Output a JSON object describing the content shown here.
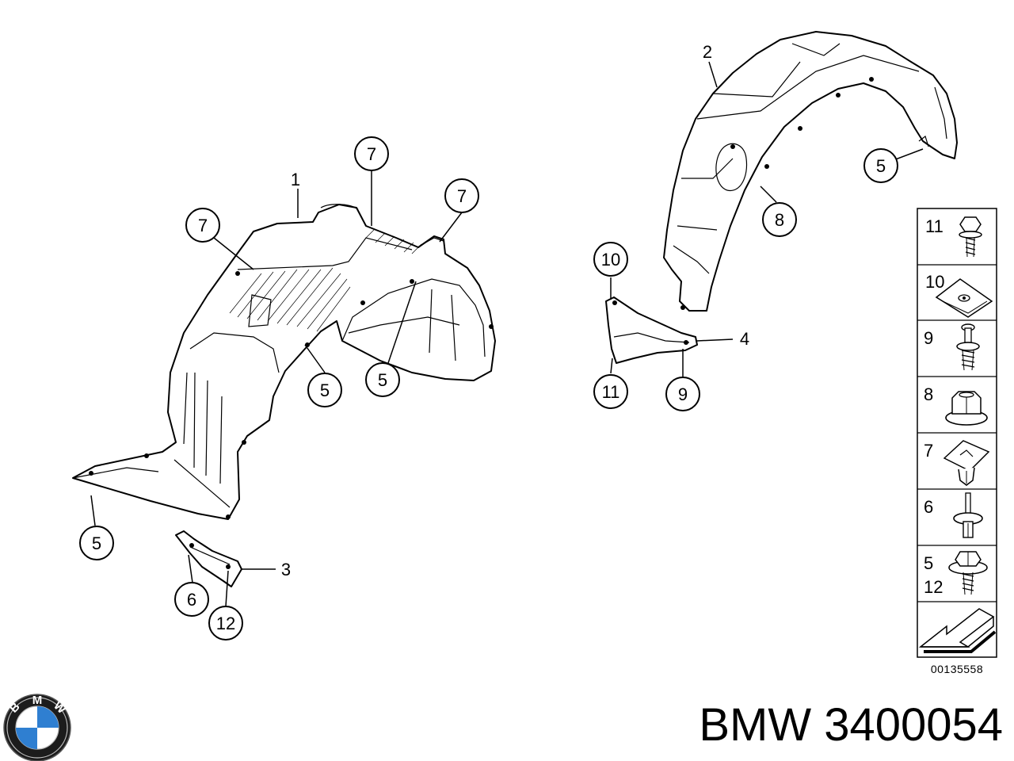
{
  "callouts": [
    {
      "label": "1"
    },
    {
      "label": "7"
    },
    {
      "label": "7"
    },
    {
      "label": "7"
    },
    {
      "label": "5"
    },
    {
      "label": "5"
    },
    {
      "label": "5"
    },
    {
      "label": "3"
    },
    {
      "label": "6"
    },
    {
      "label": "12"
    },
    {
      "label": "2"
    },
    {
      "label": "5"
    },
    {
      "label": "8"
    },
    {
      "label": "10"
    },
    {
      "label": "4"
    },
    {
      "label": "11"
    },
    {
      "label": "9"
    }
  ],
  "legend": {
    "rows": [
      {
        "labels": [
          "11"
        ],
        "icon": "bolt-icon"
      },
      {
        "labels": [
          "10"
        ],
        "icon": "clip-nut-icon"
      },
      {
        "labels": [
          "9"
        ],
        "icon": "expanding-rivet-icon"
      },
      {
        "labels": [
          "8"
        ],
        "icon": "flange-nut-icon"
      },
      {
        "labels": [
          "7"
        ],
        "icon": "clip-icon"
      },
      {
        "labels": [
          "6"
        ],
        "icon": "rivet-icon"
      },
      {
        "labels": [
          "5",
          "12"
        ],
        "icon": "hex-screw-icon"
      },
      {
        "labels": [],
        "icon": "arrow-icon"
      }
    ],
    "code": "00135558"
  },
  "brand": {
    "logo": "bmw-logo",
    "logo_letters": [
      "B",
      "M",
      "W"
    ]
  },
  "part_number": "BMW 3400054"
}
